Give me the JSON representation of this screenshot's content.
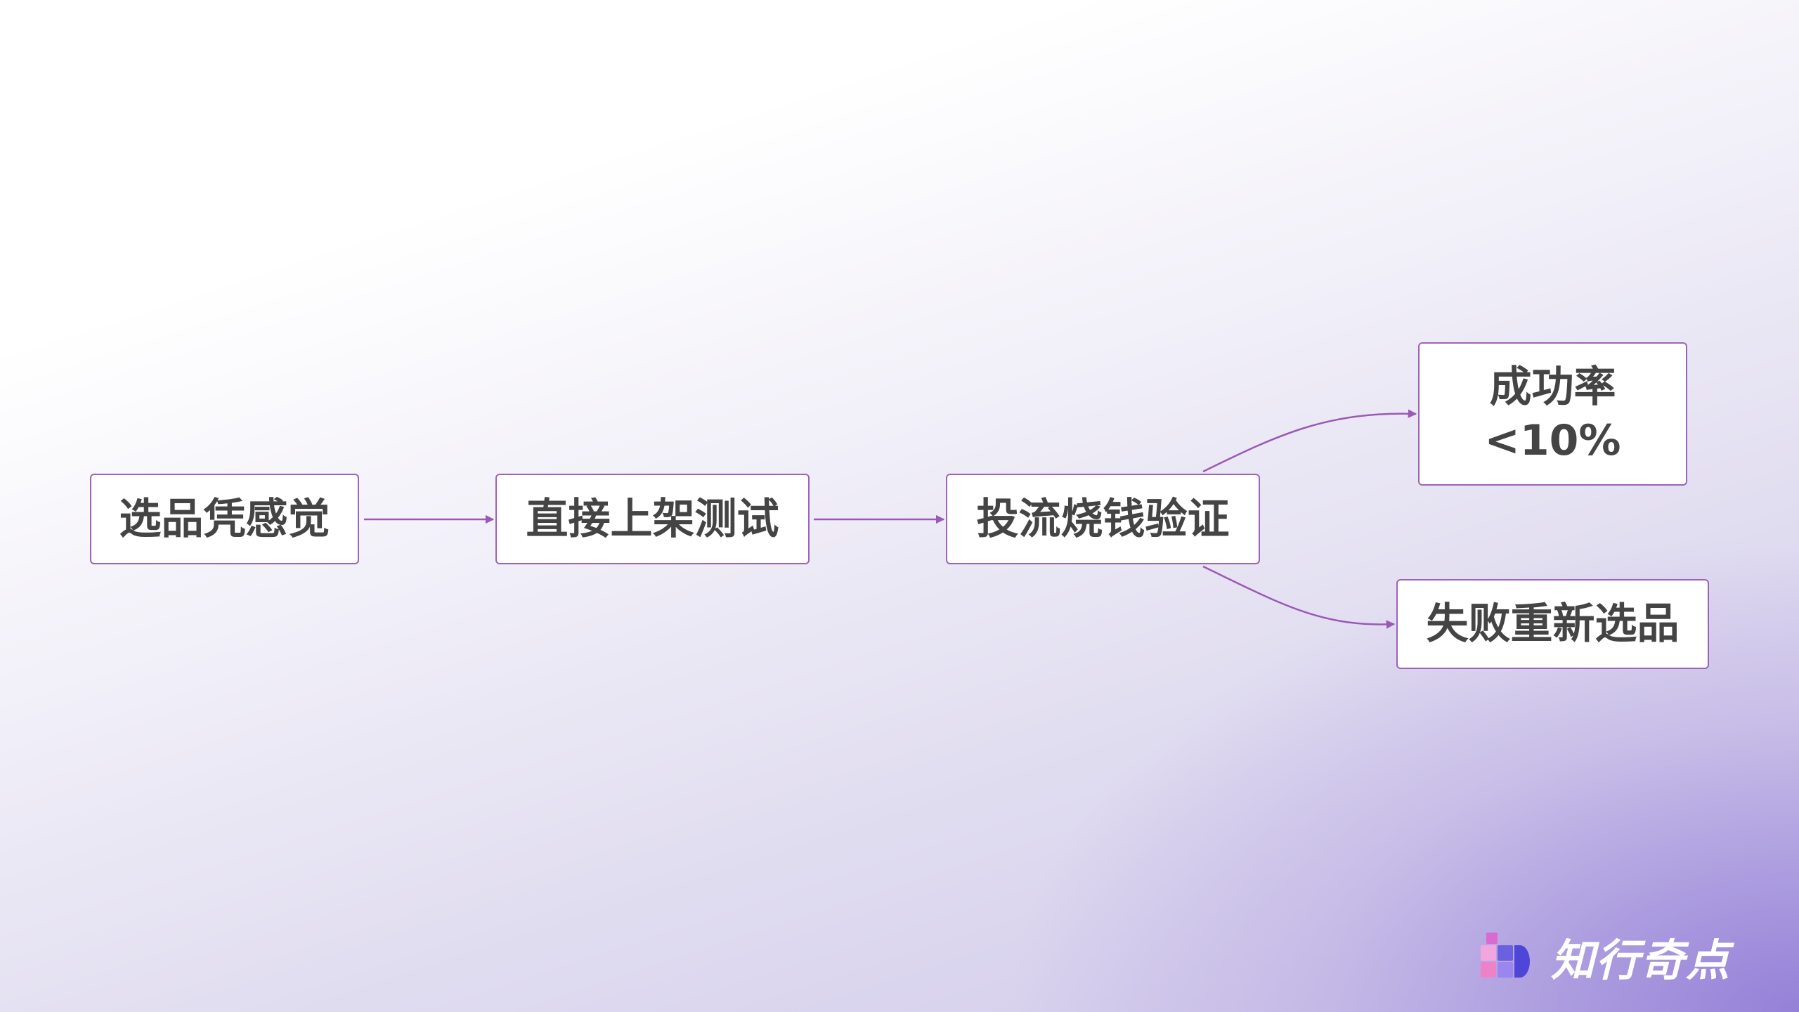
{
  "flow": {
    "nodes": [
      {
        "id": "n1",
        "label": "选品凭感觉"
      },
      {
        "id": "n2",
        "label": "直接上架测试"
      },
      {
        "id": "n3",
        "label": "投流烧钱验证"
      },
      {
        "id": "n4",
        "label": "成功率<10%"
      },
      {
        "id": "n5",
        "label": "失败重新选品"
      }
    ],
    "edges": [
      {
        "from": "n1",
        "to": "n2"
      },
      {
        "from": "n2",
        "to": "n3"
      },
      {
        "from": "n3",
        "to": "n4"
      },
      {
        "from": "n3",
        "to": "n5"
      }
    ]
  },
  "brand": {
    "name": "知行奇点",
    "logo_icon": "colored-squares-logo-icon"
  },
  "colors": {
    "node_border": "#9e63b8",
    "arrow": "#9b59b6",
    "node_text": "#444444",
    "background_accent": "#8f7fd6"
  }
}
